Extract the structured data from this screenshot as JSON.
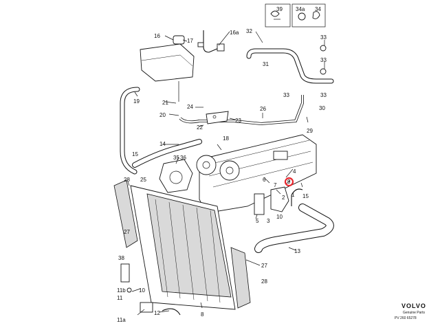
{
  "diagram": {
    "callouts": [
      "39",
      "34a",
      "34",
      "16",
      "17",
      "16a",
      "32",
      "33",
      "33",
      "31",
      "21",
      "19",
      "33",
      "33",
      "30",
      "20",
      "24",
      "22",
      "23",
      "26",
      "18",
      "29",
      "14",
      "15",
      "35",
      "36",
      "4",
      "6",
      "9",
      "7",
      "2",
      "1",
      "15",
      "10",
      "28",
      "25",
      "27",
      "3",
      "5",
      "13",
      "38",
      "27",
      "11b",
      "10",
      "11",
      "11a",
      "12",
      "8",
      "28"
    ],
    "highlighted_callout": "9",
    "logo": {
      "brand": "VOLVO",
      "line1": "Genuine Parts",
      "line2": "PV 260 65278"
    },
    "colors": {
      "line": "#111111",
      "background": "#ffffff",
      "highlight": "#e8262d",
      "shade": "#d9d9d9"
    }
  }
}
